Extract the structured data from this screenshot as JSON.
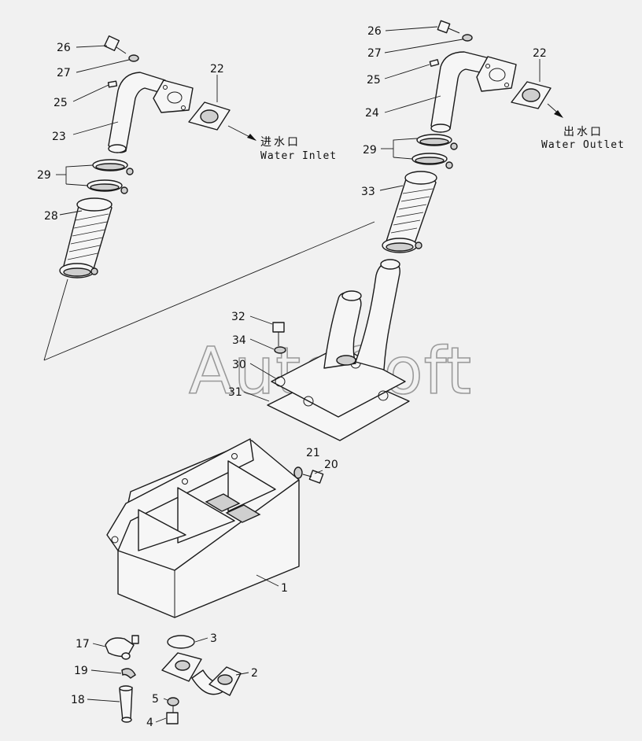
{
  "callouts": {
    "c26_left": "26",
    "c27_left": "27",
    "c25_left": "25",
    "c22_left": "22",
    "c23": "23",
    "c29_left": "29",
    "c28": "28",
    "c26_right": "26",
    "c27_right": "27",
    "c25_right": "25",
    "c22_right": "22",
    "c24": "24",
    "c29_right": "29",
    "c33": "33",
    "c32": "32",
    "c34": "34",
    "c30": "30",
    "c31": "31",
    "c21": "21",
    "c20": "20",
    "c1": "1",
    "c17": "17",
    "c3": "3",
    "c19": "19",
    "c2": "2",
    "c18": "18",
    "c5": "5",
    "c4": "4"
  },
  "notes": {
    "inlet_cn": "进水口",
    "inlet_en": "Water Inlet",
    "outlet_cn": "出水口",
    "outlet_en": "Water Outlet"
  },
  "watermark": "AutoSoft"
}
